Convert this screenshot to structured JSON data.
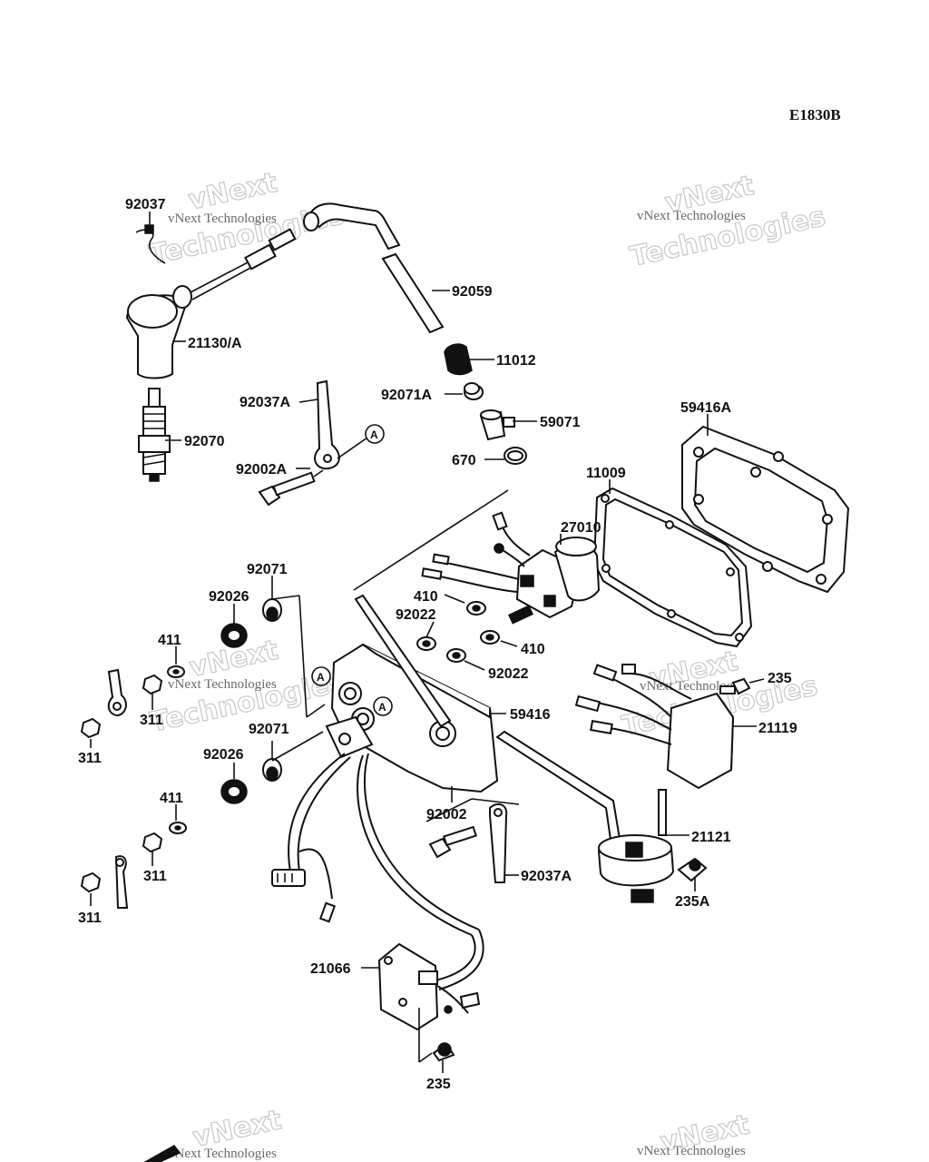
{
  "diagram_code": "E1830B",
  "watermark": {
    "line1": "vNext Technologies",
    "line2": "Technologies",
    "line3": "vNext"
  },
  "ref_marker": "A",
  "parts": {
    "p92037": "92037",
    "p21130": "21130/A",
    "p92070": "92070",
    "p92059": "92059",
    "p11012": "11012",
    "p92071a": "92071A",
    "p59071": "59071",
    "p670": "670",
    "p92037a_top": "92037A",
    "p92002a": "92002A",
    "p59416a": "59416A",
    "p11009": "11009",
    "p27010": "27010",
    "p92071_top": "92071",
    "p92026_top": "92026",
    "p410_top": "410",
    "p92022_top": "92022",
    "p410_bot": "410",
    "p92022_bot": "92022",
    "p411_top": "411",
    "p311_a": "311",
    "p311_b": "311",
    "p59416": "59416",
    "p235_top": "235",
    "p21119": "21119",
    "p92071_mid": "92071",
    "p92026_mid": "92026",
    "p411_mid": "411",
    "p311_c": "311",
    "p311_d": "311",
    "p92002": "92002",
    "p92037a_bot": "92037A",
    "p21121": "21121",
    "p235a": "235A",
    "p21066": "21066",
    "p235_bot": "235"
  }
}
